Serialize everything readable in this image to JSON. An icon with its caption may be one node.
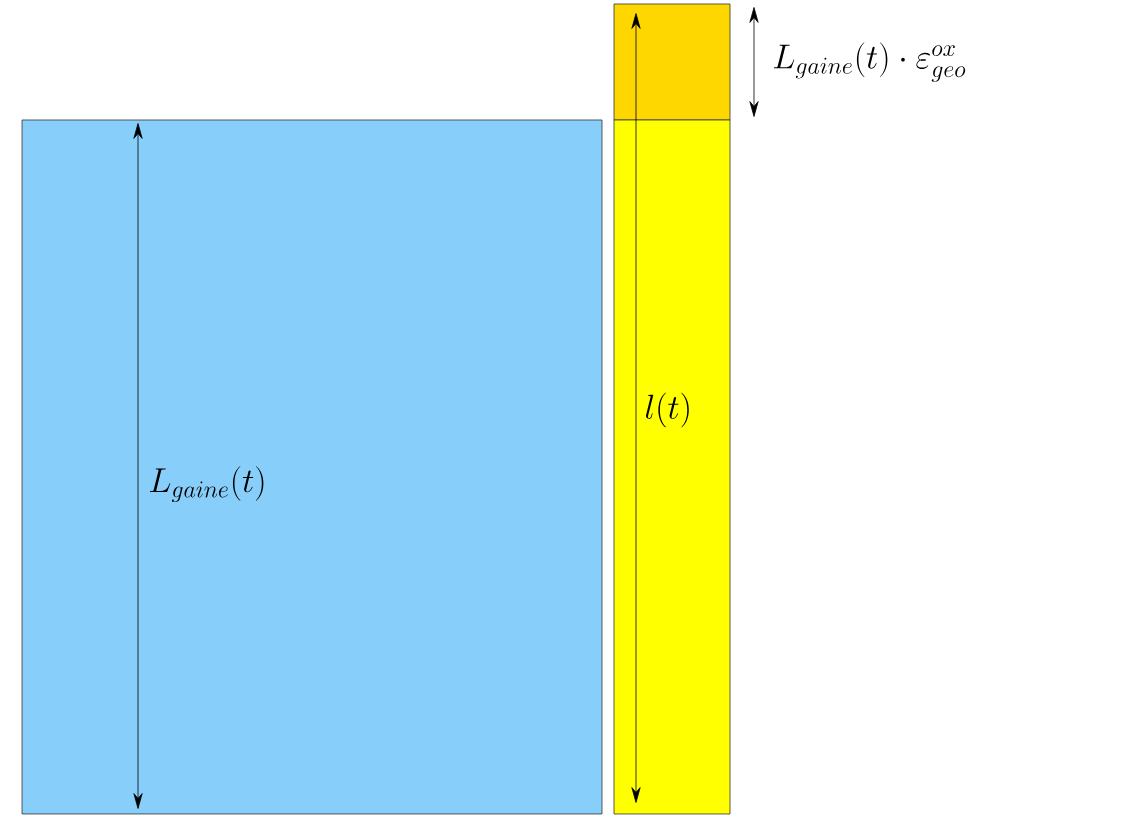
{
  "diagram": {
    "labels": [
      "L_{gaine}(t)",
      "l(t)",
      "L_{gaine}(t) \\cdot \\varepsilon_{geo}^{ox}"
    ]
  }
}
